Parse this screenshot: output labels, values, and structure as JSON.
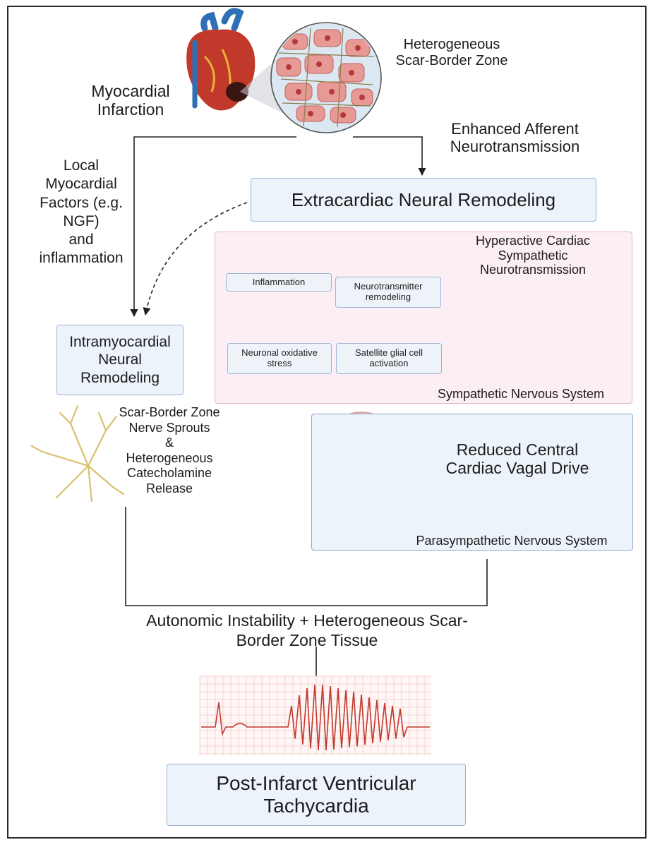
{
  "nodes": {
    "myocardial_infarction": "Myocardial\nInfarction",
    "scar_border_zone": "Heterogeneous\nScar-Border Zone",
    "afferent": "Enhanced Afferent\nNeurotransmission",
    "local_factors": "Local\nMyocardial\nFactors (e.g.\nNGF)\nand\ninflammation",
    "extracardiac": "Extracardiac Neural Remodeling",
    "intramyocardial": "Intramyocardial\nNeural\nRemodeling",
    "nerve_sprouts": "Scar-Border Zone\nNerve Sprouts\n&\nHeterogeneous\nCatecholamine\nRelease",
    "autonomic_instability": "Autonomic Instability + Heterogeneous Scar-\nBorder Zone Tissue",
    "outcome": "Post-Infarct Ventricular\nTachycardia"
  },
  "sympathetic": {
    "title": "Hyperactive Cardiac\nSympathetic\nNeurotransmission",
    "caption": "Sympathetic Nervous System",
    "factors": {
      "inflammation": "Inflammation",
      "neurotransmitter": "Neurotransmitter\nremodeling",
      "oxidative": "Neuronal oxidative\nstress",
      "satellite": "Satellite glial cell\nactivation"
    }
  },
  "parasympathetic": {
    "title": "Reduced Central\nCardiac Vagal Drive",
    "caption": "Parasympathetic Nervous System"
  },
  "colors": {
    "box_fill": "#edf3fa",
    "box_border": "#9fb4cf",
    "panel_pink": "#fbeef4",
    "ecg_grid": "#f3c9c9",
    "ecg_trace": "#c0392b",
    "nerve": "#d9c06a"
  },
  "icons": {
    "heart": "heart-icon",
    "tissue": "tissue-cells-icon",
    "brain": "brain-spinal-cord-icon",
    "neuron": "neuron-icon",
    "ecg": "ecg-strip-icon"
  }
}
